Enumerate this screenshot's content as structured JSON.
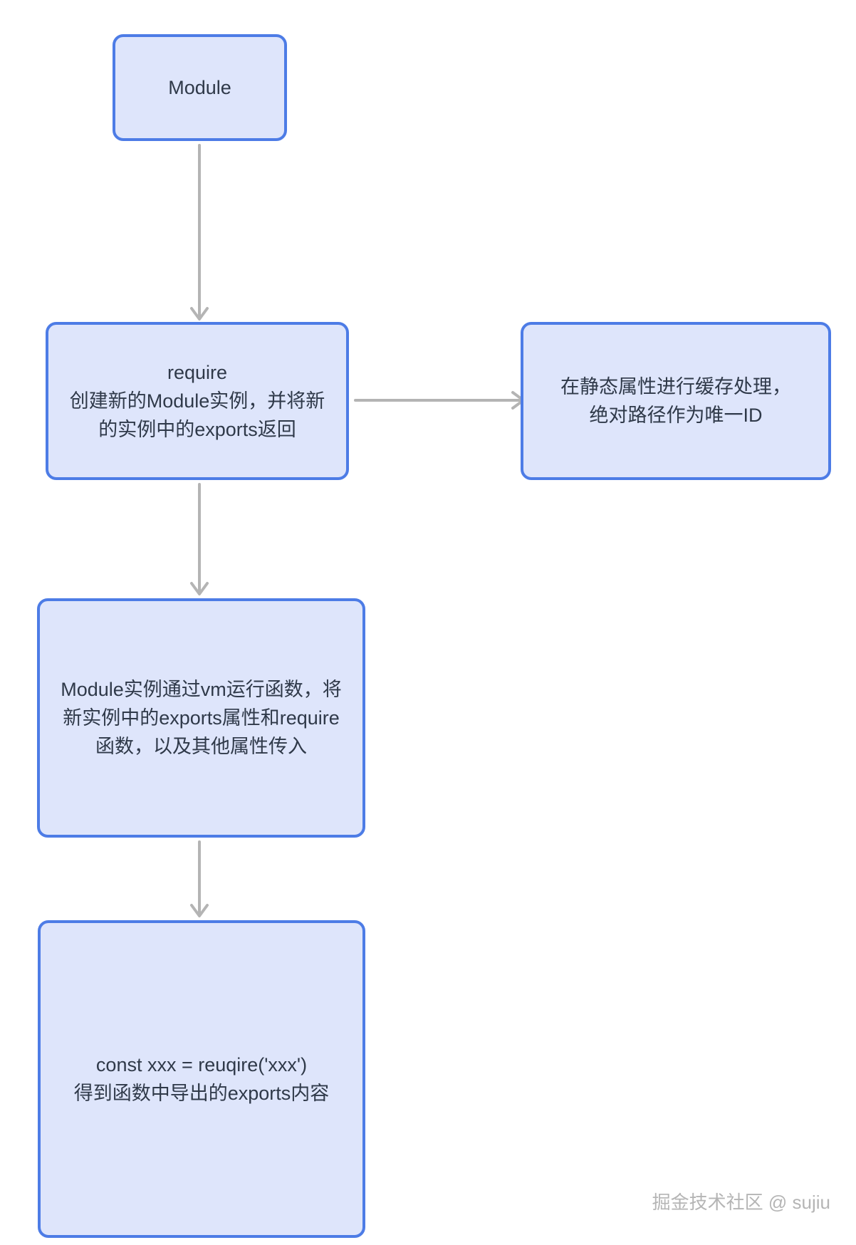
{
  "diagram": {
    "title": "",
    "nodes": {
      "module": {
        "lines": [
          "Module"
        ]
      },
      "require": {
        "lines": [
          "require",
          "创建新的Module实例，并将新",
          "的实例中的exports返回"
        ]
      },
      "cache": {
        "lines": [
          "在静态属性进行缓存处理，",
          "绝对路径作为唯一ID"
        ]
      },
      "vm_run": {
        "lines": [
          "Module实例通过vm运行函数，将",
          "新实例中的exports属性和require",
          "函数，以及其他属性传入"
        ]
      },
      "result": {
        "lines": [
          "const xxx = reuqire('xxx')",
          "得到函数中导出的exports内容"
        ]
      }
    },
    "watermark": "掘金技术社区 @ sujiu",
    "colors": {
      "node_fill": "#dee5fb",
      "node_border": "#4d7ce6",
      "arrow": "#b4b4b4",
      "text": "#2f3949",
      "watermark": "#b5b5b5",
      "background": "#ffffff"
    }
  }
}
